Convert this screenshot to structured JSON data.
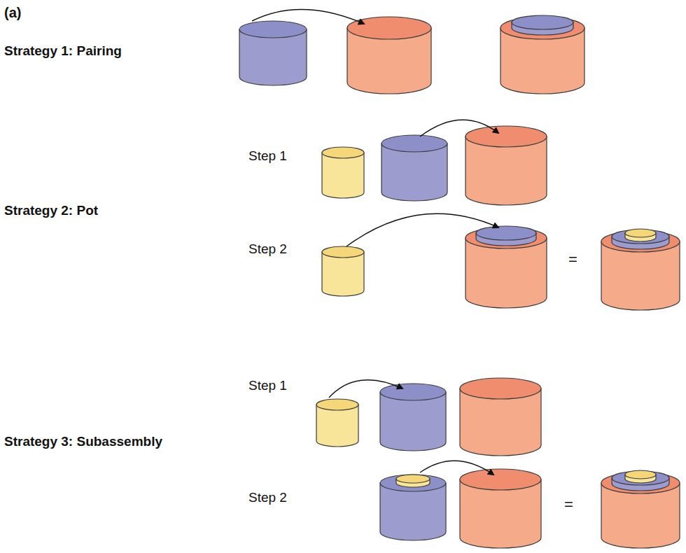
{
  "diagram": {
    "labels": [
      "(a)",
      "Strategy 1: Pairing",
      "Step 1",
      "Strategy 2: Pot",
      "Step 2",
      "=",
      "Step 1",
      "Strategy 3: Subassembly",
      "Step 2",
      "="
    ]
  }
}
